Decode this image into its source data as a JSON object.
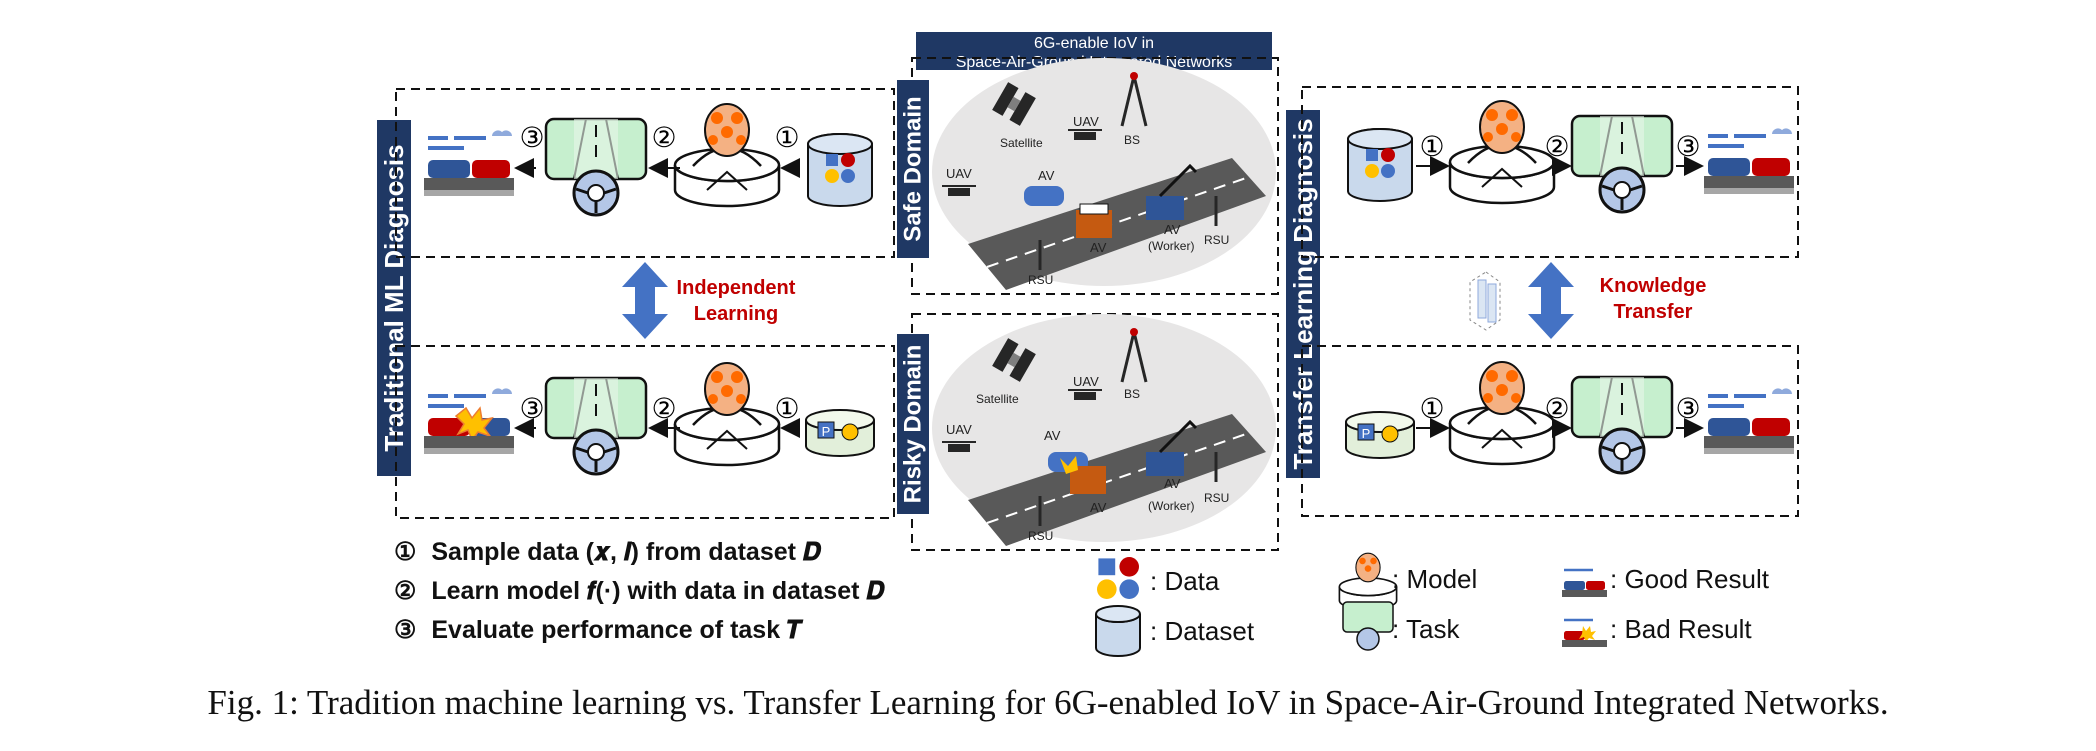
{
  "center_title": {
    "line1": "6G-enable IoV in",
    "line2": "Space-Air-Ground Integrated Networks"
  },
  "left_panel": {
    "title": "Traditional ML Diagnosis",
    "relation": {
      "line1": "Independent",
      "line2": "Learning"
    }
  },
  "right_panel": {
    "title": "Transfer Learning Diagnosis",
    "relation": {
      "line1": "Knowledge",
      "line2": "Transfer"
    }
  },
  "safe_domain": {
    "title": "Safe Domain"
  },
  "risky_domain": {
    "title": "Risky Domain"
  },
  "scene_labels": {
    "satellite": "Satellite",
    "uav": "UAV",
    "bs": "BS",
    "av": "AV",
    "rsu": "RSU",
    "worker": "(Worker)"
  },
  "step_markers": {
    "one": "①",
    "two": "②",
    "three": "③"
  },
  "steps": [
    {
      "marker": "①",
      "text": "Sample data (𝒙, 𝒍) from dataset 𝑫"
    },
    {
      "marker": "②",
      "text": "Learn model 𝒇(·) with data in dataset 𝑫"
    },
    {
      "marker": "③",
      "text": "Evaluate performance of task 𝑻"
    }
  ],
  "legend": {
    "data": ": Data",
    "dataset": ": Dataset",
    "model": ": Model",
    "task": ": Task",
    "good_result": ": Good Result",
    "bad_result": ": Bad Result"
  },
  "caption": "Fig. 1: Tradition machine learning vs. Transfer Learning for 6G-enabled IoV in Space-Air-Ground Integrated Networks.",
  "colors": {
    "navy": "#1f3864",
    "arrow_blue": "#4472c4",
    "red_text": "#c00000",
    "task_green": "#c6efce",
    "dataset_blue": "#c9d9ec"
  }
}
